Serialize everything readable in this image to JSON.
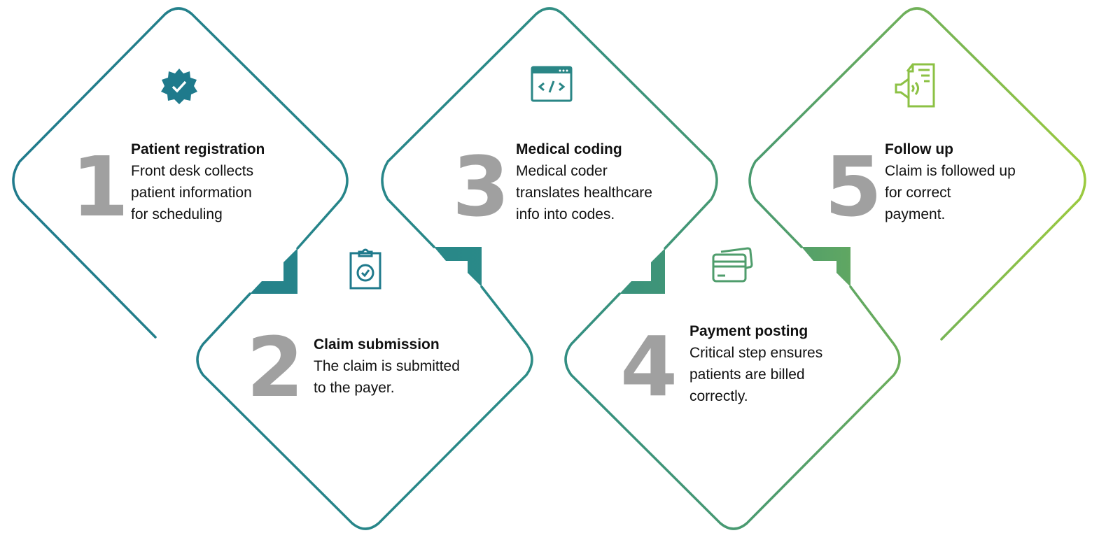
{
  "colors": {
    "start": "#1f7a8c",
    "mid": "#3a9080",
    "end": "#9cca3c",
    "number": "#a0a0a0"
  },
  "steps": [
    {
      "number": "1",
      "title": "Patient registration",
      "lines": [
        "Front desk collects",
        "patient information",
        "for scheduling"
      ],
      "icon": "verified-badge-icon"
    },
    {
      "number": "2",
      "title": "Claim submission",
      "lines": [
        "The claim is submitted",
        "to the payer."
      ],
      "icon": "clipboard-check-icon"
    },
    {
      "number": "3",
      "title": "Medical coding",
      "lines": [
        "Medical coder",
        "translates healthcare",
        "info into codes."
      ],
      "icon": "code-window-icon"
    },
    {
      "number": "4",
      "title": "Payment posting",
      "lines": [
        "Critical step ensures",
        "patients are billed",
        "correctly."
      ],
      "icon": "credit-cards-icon"
    },
    {
      "number": "5",
      "title": "Follow up",
      "lines": [
        "Claim is followed up",
        "for correct",
        "payment."
      ],
      "icon": "document-speaker-icon"
    }
  ]
}
